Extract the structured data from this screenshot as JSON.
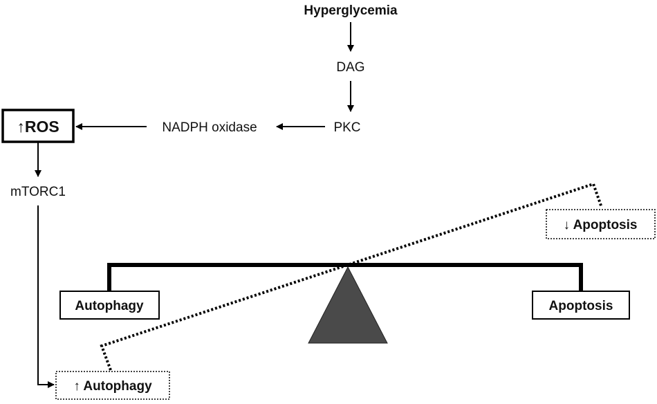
{
  "diagram": {
    "hyperglycemia": "Hyperglycemia",
    "dag": "DAG",
    "pkc": "PKC",
    "nadph_oxidase": "NADPH oxidase",
    "ros_arrow": "↑",
    "ros": "ROS",
    "mtorc1": "mTORC1",
    "autophagy": "Autophagy",
    "apoptosis": "Apoptosis",
    "autophagy_up": "↑ Autophagy",
    "apoptosis_down": "↓ Apoptosis"
  },
  "colors": {
    "hyperglycemia": "#e02020",
    "fulcrum": "#4a4a4a",
    "line": "#000000"
  }
}
